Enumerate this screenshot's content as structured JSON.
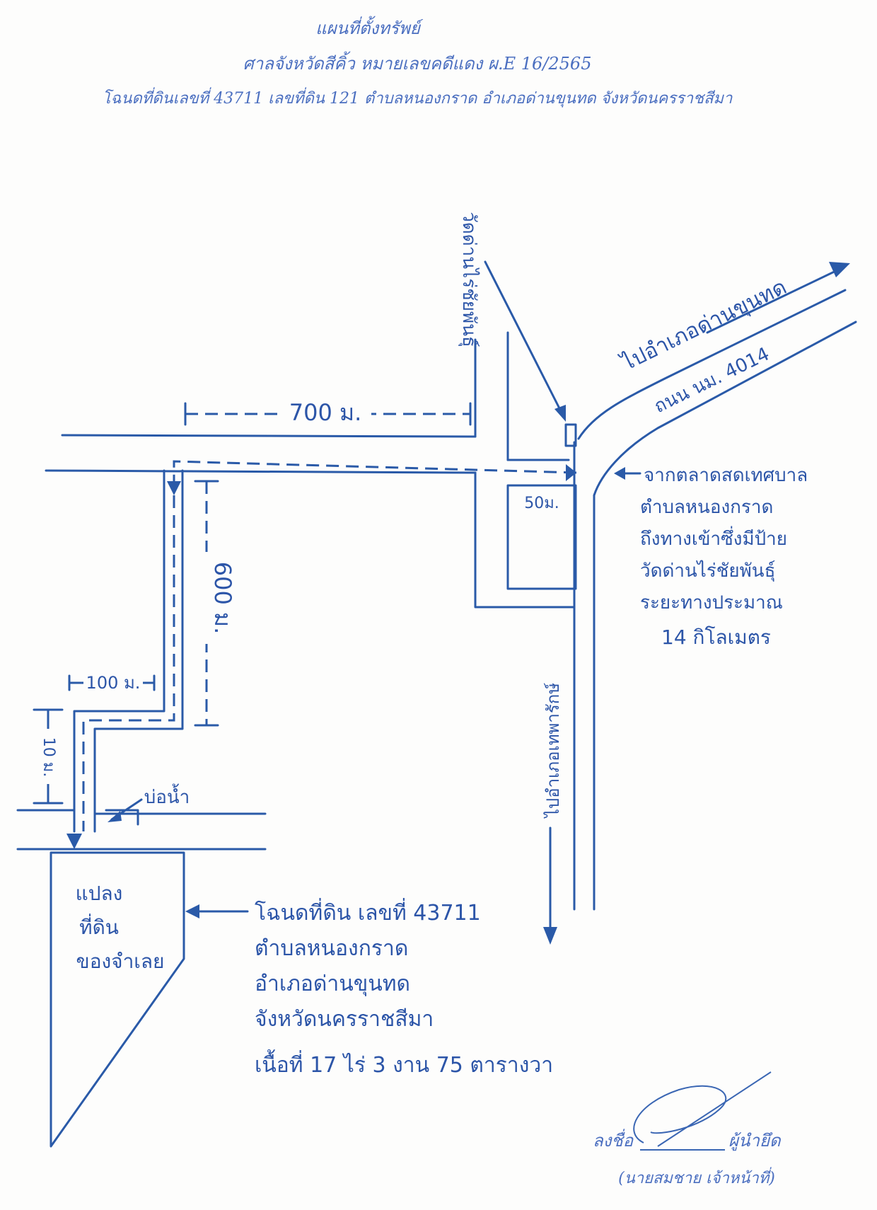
{
  "header": {
    "title": "แผนที่ตั้งทรัพย์",
    "court_line": "ศาลจังหวัดสีคิ้ว   หมายเลขคดีแดง ผ.E 16/2565",
    "deed_line": "โฉนดที่ดินเลขที่ 43711  เลขที่ดิน 121  ตำบลหนองกราด  อำเภอด่านขุนทด  จังหวัดนครราชสีมา"
  },
  "labels": {
    "dist_700": "700 ม.",
    "dist_600": "600 ม.",
    "dist_100": "100 ม.",
    "dist_50": "50ม.",
    "dist_10": "10 ม.",
    "pond": "บ่อน้ำ",
    "temple_vertical": "วัดด่านไร่ชัยพันธุ์",
    "to_dankhuntot": "ไปอำเภอด่านขุนทด",
    "road_4014": "ถนน นม. 4014",
    "to_phimai_vertical": "ไปอำเภอเทพารักษ์",
    "plot": [
      "แปลง",
      "ที่ดิน",
      "ของจำเลย"
    ]
  },
  "directions": {
    "lines": [
      "จากตลาดสดเทศบาล",
      "ตำบลหนองกราด",
      "ถึงทางเข้าซึ่งมีป้าย",
      "วัดด่านไร่ชัยพันธุ์",
      "ระยะทางประมาณ",
      "14 กิโลเมตร"
    ]
  },
  "deed_info": {
    "lines": [
      "โฉนดที่ดิน เลขที่ 43711",
      "ตำบลหนองกราด",
      "อำเภอด่านขุนทด",
      "จังหวัดนครราชสีมา",
      "เนื้อที่ 17 ไร่ 3 งาน 75 ตารางวา"
    ]
  },
  "signature": {
    "prefix": "ลงชื่อ",
    "role": "ผู้นำยึด",
    "name": "(นายสมชาย เจ้าหน้าที่)"
  },
  "colors": {
    "ink": "#2a5aa8",
    "paper": "#fdfdfc"
  }
}
